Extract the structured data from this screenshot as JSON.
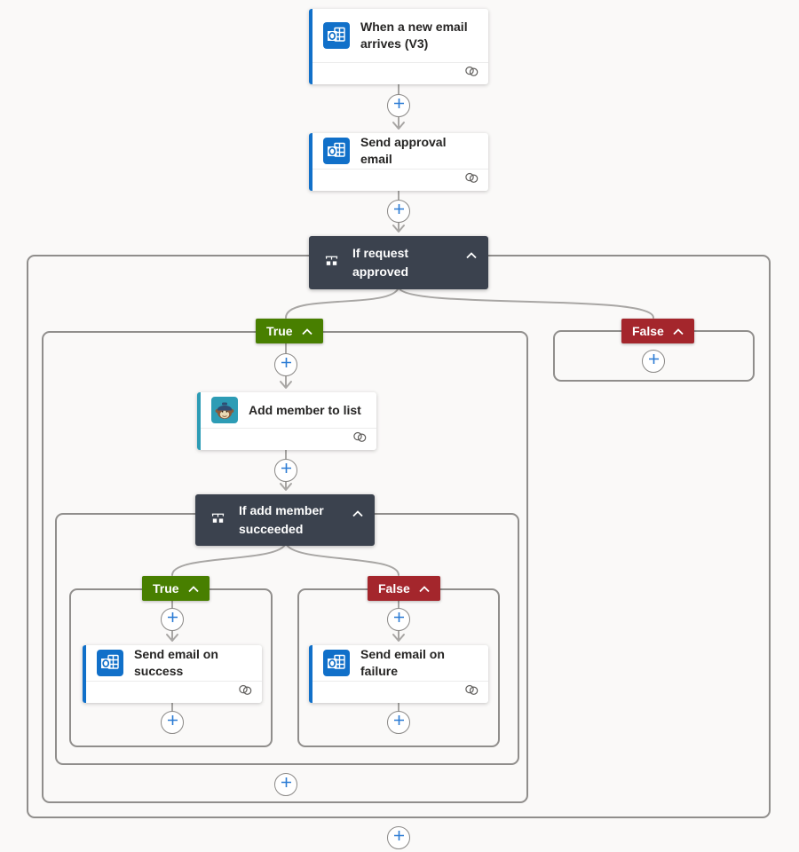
{
  "flow": {
    "trigger": {
      "title": "When a new email arrives (V3)",
      "icon": "outlook-icon",
      "accent_color": "#1170c9",
      "footer_icon": "link-icon"
    },
    "send_approval": {
      "title": "Send approval email",
      "icon": "outlook-icon",
      "accent_color": "#1170c9",
      "footer_icon": "link-icon"
    },
    "condition_request": {
      "title": "If request approved",
      "icon": "condition-icon",
      "collapse_icon": "chevron-up-icon",
      "color": "#3b424e"
    },
    "outer_true": {
      "label": "True",
      "color": "#487f00",
      "collapse_icon": "chevron-up-icon"
    },
    "outer_false": {
      "label": "False",
      "color": "#a4262c",
      "collapse_icon": "chevron-up-icon"
    },
    "add_member": {
      "title": "Add member to list",
      "icon": "mailchimp-icon",
      "accent_color": "#2d9cb5",
      "footer_icon": "link-icon"
    },
    "condition_member": {
      "title": "If add member succeeded",
      "icon": "condition-icon",
      "collapse_icon": "chevron-up-icon",
      "color": "#3b424e"
    },
    "inner_true": {
      "label": "True",
      "color": "#487f00",
      "collapse_icon": "chevron-up-icon"
    },
    "inner_false": {
      "label": "False",
      "color": "#a4262c",
      "collapse_icon": "chevron-up-icon"
    },
    "send_success": {
      "title": "Send email on success",
      "icon": "outlook-icon",
      "accent_color": "#1170c9",
      "footer_icon": "link-icon"
    },
    "send_failure": {
      "title": "Send email on failure",
      "icon": "outlook-icon",
      "accent_color": "#1170c9",
      "footer_icon": "link-icon"
    }
  },
  "insert_button": {
    "icon": "plus-icon",
    "plus_color": "#2b7bd4",
    "ring_color": "#8a8886"
  },
  "connector_color": "#a8a6a4",
  "canvas_background": "#faf9f8"
}
